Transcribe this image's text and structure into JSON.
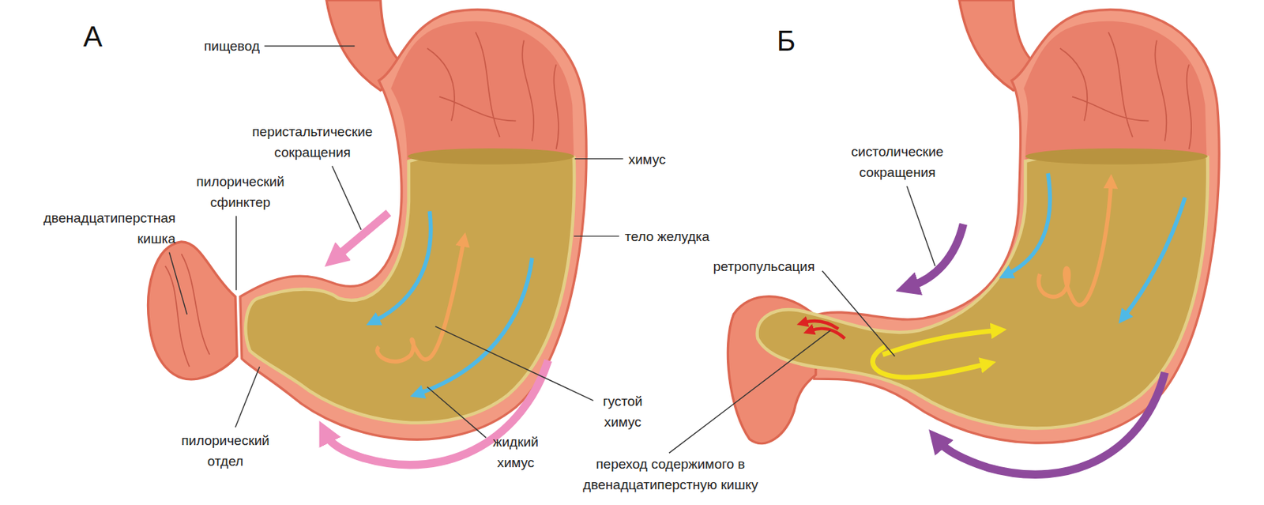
{
  "diagram": {
    "labels": [
      "А",
      "Б",
      "пищевод",
      "перистальтические сокращения",
      "химус",
      "тело желудка",
      "пилорический сфинктер",
      "двенадцатиперстная кишка",
      "густой химус",
      "жидкий химус",
      "пилорический отдел",
      "систолические сокращения",
      "ретропульсация",
      "переход содержимого в двенадцатиперстную кишку"
    ]
  }
}
